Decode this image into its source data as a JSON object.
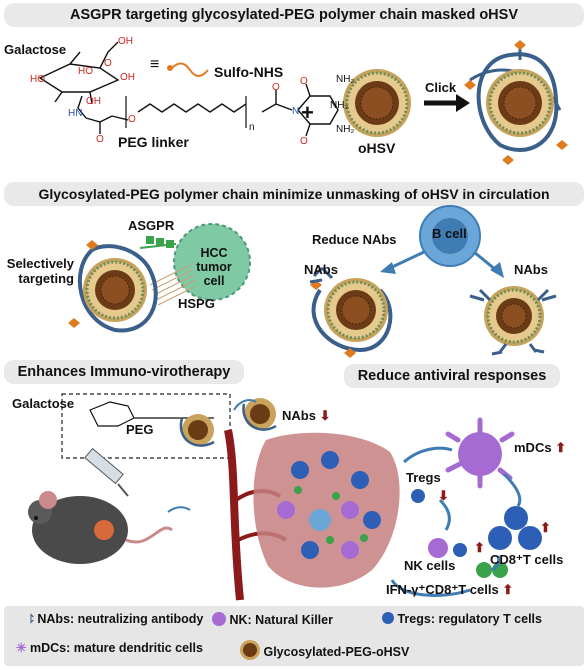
{
  "panel1": {
    "title": "ASGPR targeting glycosylated-PEG polymer chain masked oHSV",
    "galactose_label": "Galactose",
    "sulfo_nhs_label": "Sulfo-NHS",
    "peg_linker_label": "PEG linker",
    "repeat_subscript": "n",
    "ohsv_label": "oHSV",
    "click_label": "Click",
    "equiv_symbol": "≡",
    "plus_symbol": "+",
    "atoms": {
      "ho1": "HO",
      "oh1": "OH",
      "oh2": "OH",
      "ho2": "HO",
      "o_ring": "O",
      "oh3": "OH",
      "hn": "HN",
      "o1": "O",
      "o2": "O",
      "o3": "O",
      "o4": "O",
      "o5": "O",
      "n": "N",
      "nh2_1": "NH₂",
      "nh2_2": "NH₂",
      "nh2_3": "NH₂"
    }
  },
  "panel2": {
    "title": "Glycosylated-PEG polymer chain minimize unmasking of oHSV in circulation",
    "asgpr_label": "ASGPR",
    "hcc_label": "HCC tumor cell",
    "selective_label": "Selectively targeting",
    "hspg_label": "HSPG",
    "reduce_nabs_label": "Reduce NAbs",
    "bcell_label": "B cell",
    "nabs_left_label": "NAbs",
    "nabs_right_label": "NAbs"
  },
  "panel3": {
    "title_left": "Enhances Immuno-virotherapy",
    "title_right": "Reduce antiviral responses",
    "galactose_label": "Galactose",
    "peg_label": "PEG",
    "nabs_label": "NAbs",
    "mdcs_label": "mDCs",
    "tregs_label": "Tregs",
    "nk_label": "NK cells",
    "cd8_label": "CD8⁺T cells",
    "ifn_label": "IFN-γ⁺CD8⁺T cells",
    "arrow_up": "⬆",
    "arrow_down": "⬇"
  },
  "legend": {
    "nabs": "NAbs: neutralizing antibody",
    "nk": "NK: Natural Killer",
    "tregs": "Tregs: regulatory T cells",
    "mdcs": "mDCs: mature dendritic cells",
    "gpeg": "Glycosylated-PEG-oHSV"
  },
  "colors": {
    "banner": "#e9e9e9",
    "virus_core": "#6b3b16",
    "virus_shell": "#c9a35b",
    "peg_chain": "#3a5f8a",
    "galactose": "#e07a1f",
    "hcc_cell": "#7fc9a4",
    "bcell": "#6aa7d8",
    "dc_purple": "#a66ad3",
    "cd8_blue": "#2c5fb5",
    "vessel": "#8b1a1a",
    "tumor": "#c77f7f"
  }
}
